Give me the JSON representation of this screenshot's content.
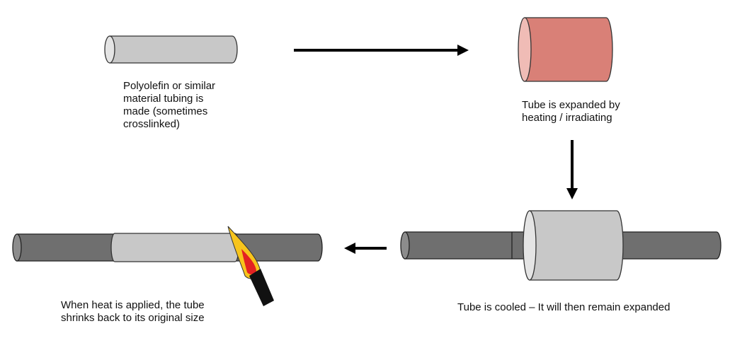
{
  "steps": [
    {
      "caption": "Polyolefin or similar\nmaterial tubing is\nmade (sometimes\ncrosslinked)"
    },
    {
      "caption": "Tube is expanded by\nheating / irradiating"
    },
    {
      "caption": "Tube is cooled – It will then remain expanded"
    },
    {
      "caption": "When heat is applied, the tube\nshrinks back to its original size"
    }
  ],
  "colors": {
    "tubing_gray": "#c8c8c8",
    "tubing_end": "#e4e4e4",
    "heated_tube": "#d98077",
    "heated_tube_end": "#f0bcb6",
    "rod": "#6f6f6f",
    "rod_end": "#8c8c8c",
    "arrow": "#000000",
    "flame_outer": "#f7c41c",
    "flame_inner": "#e32222",
    "torch": "#111111"
  },
  "icons": {
    "torch": "torch-flame-icon"
  }
}
